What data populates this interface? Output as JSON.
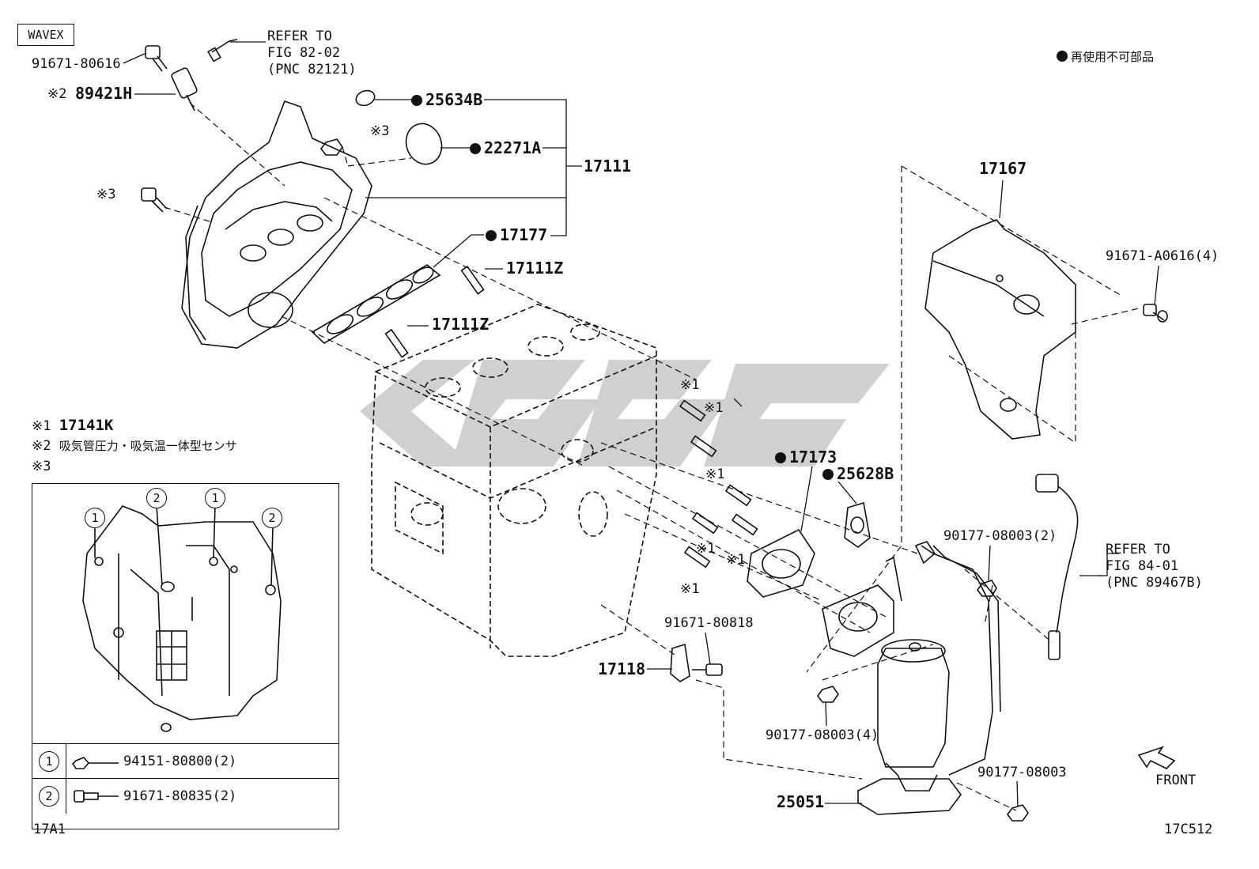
{
  "frame_label": "WAVEX",
  "legend": {
    "symbol": "●",
    "text": "再使用不可部品"
  },
  "refer_top": [
    "REFER TO",
    "FIG 82-02",
    "(PNC 82121)"
  ],
  "refer_right": [
    "REFER TO",
    "FIG 84-01",
    "(PNC 89467B)"
  ],
  "parts": {
    "p91671_80616": "91671-80616",
    "p89421h_mark": "※2",
    "p89421h": "89421H",
    "p25634b": "25634B",
    "p22271a": "22271A",
    "p17111": "17111",
    "p17177": "17177",
    "p17111z_a": "17111Z",
    "p17111z_b": "17111Z",
    "p17167": "17167",
    "p91671_a0616": "91671-A0616(4)",
    "p17173": "17173",
    "p25628b": "25628B",
    "p90177_08003_2": "90177-08003(2)",
    "p91671_80818": "91671-80818",
    "p17118": "17118",
    "p90177_08003_4": "90177-08003(4)",
    "p90177_08003": "90177-08003",
    "p25051": "25051",
    "mark3_top": "※3",
    "mark3_left": "※3"
  },
  "stud_marks": [
    "※1",
    "※1",
    "※1",
    "※1",
    "※1",
    "※1"
  ],
  "notes": {
    "n1_mark": "※1",
    "n1_part": "17141K",
    "n2_mark": "※2",
    "n2_text": "吸気管圧力・吸気温一体型センサ",
    "n3_mark": "※3"
  },
  "inset": {
    "circle_labels": [
      "1",
      "2",
      "1",
      "2"
    ],
    "rows": [
      {
        "key": "1",
        "part": "94151-80800(2)"
      },
      {
        "key": "2",
        "part": "91671-80835(2)"
      }
    ]
  },
  "front_label": "FRONT",
  "code_left": "17A1",
  "code_right": "17C512",
  "colors": {
    "ink": "#111111",
    "watermark": "#c8c8c8",
    "background": "#ffffff"
  }
}
